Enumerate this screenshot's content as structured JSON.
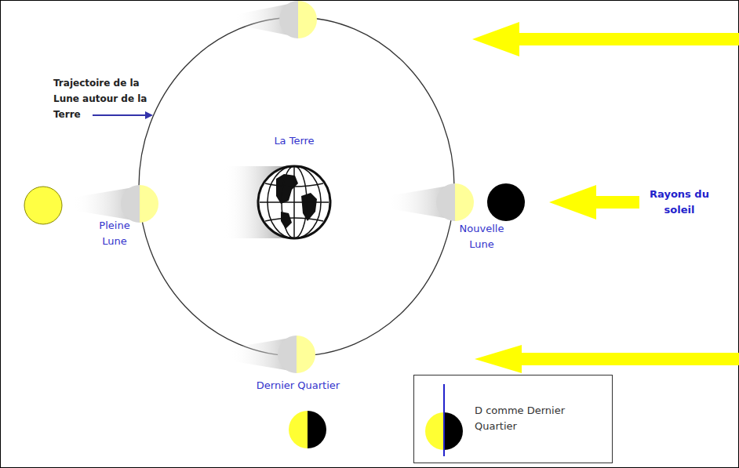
{
  "diagram": {
    "labels": [
      "Trajectoire de la Lune autour de la Terre",
      "La Terre",
      "Pleine Lune",
      "Nouvelle Lune",
      "Dernier Quartier",
      "Rayons du soleil"
    ],
    "legend": [
      {
        "text": "D comme Dernier Quartier"
      }
    ]
  }
}
